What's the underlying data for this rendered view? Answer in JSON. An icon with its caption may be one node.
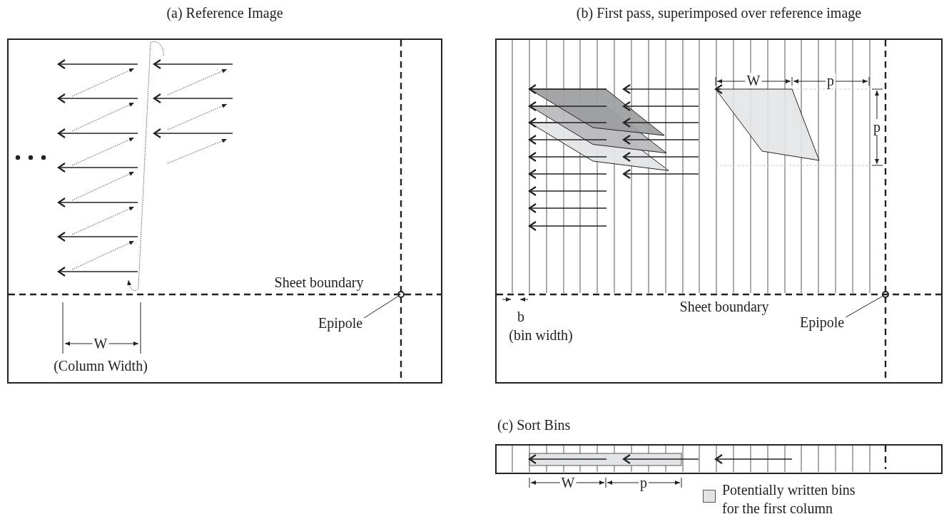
{
  "diagram": {
    "nodes": [
      {
        "text": [
          "(a) Reference Image"
        ]
      },
      {
        "text": [],
        "shape": "circle",
        "in": 0
      },
      {
        "text": [
          "Epipole"
        ],
        "in": 0
      },
      {
        "text": [
          "(b) First pass, superimposed over reference image"
        ]
      },
      {
        "text": [],
        "shape": "circle",
        "in": 3
      },
      {
        "text": [
          "Epipole"
        ],
        "in": 3
      },
      {
        "text": [
          "(c) Sort Bins"
        ]
      }
    ],
    "edges": [
      {
        "from": 2,
        "to": 1,
        "arrow": "none"
      },
      {
        "from": 5,
        "to": 4,
        "arrow": "none"
      }
    ],
    "labels": [
      "Sheet boundary",
      "W",
      "(Column Width)",
      "W",
      "p",
      "p",
      "b",
      "(bin width)",
      "Sheet boundary",
      "W",
      "p"
    ],
    "legend": [
      {
        "text": "Potentially written bins for the first column",
        "color": "#e3e4e6"
      }
    ]
  }
}
